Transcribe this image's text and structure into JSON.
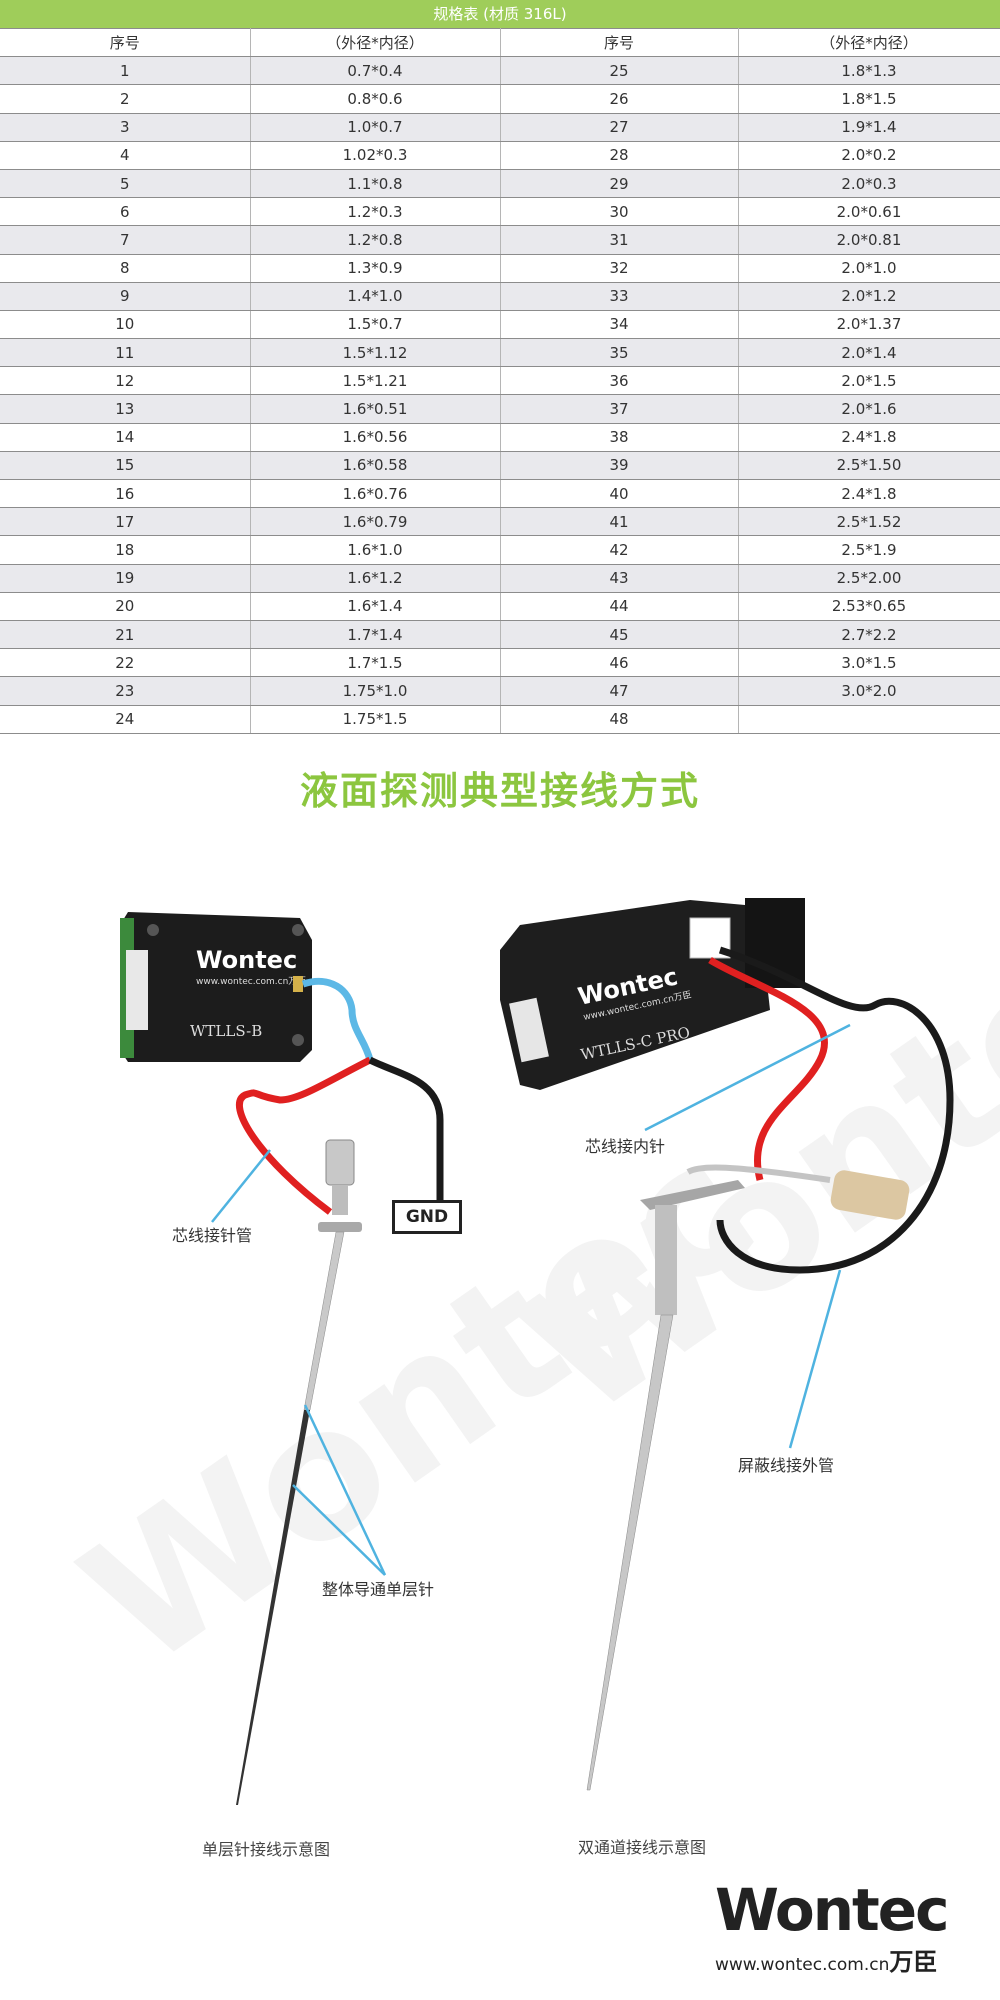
{
  "spec_table": {
    "title": "规格表 (材质 316L)",
    "headers": [
      "序号",
      "（外径*内径）",
      "序号",
      "（外径*内径）"
    ],
    "rows": [
      [
        "1",
        "0.7*0.4",
        "25",
        "1.8*1.3"
      ],
      [
        "2",
        "0.8*0.6",
        "26",
        "1.8*1.5"
      ],
      [
        "3",
        "1.0*0.7",
        "27",
        "1.9*1.4"
      ],
      [
        "4",
        "1.02*0.3",
        "28",
        "2.0*0.2"
      ],
      [
        "5",
        "1.1*0.8",
        "29",
        "2.0*0.3"
      ],
      [
        "6",
        "1.2*0.3",
        "30",
        "2.0*0.61"
      ],
      [
        "7",
        "1.2*0.8",
        "31",
        "2.0*0.81"
      ],
      [
        "8",
        "1.3*0.9",
        "32",
        "2.0*1.0"
      ],
      [
        "9",
        "1.4*1.0",
        "33",
        "2.0*1.2"
      ],
      [
        "10",
        "1.5*0.7",
        "34",
        "2.0*1.37"
      ],
      [
        "11",
        "1.5*1.12",
        "35",
        "2.0*1.4"
      ],
      [
        "12",
        "1.5*1.21",
        "36",
        "2.0*1.5"
      ],
      [
        "13",
        "1.6*0.51",
        "37",
        "2.0*1.6"
      ],
      [
        "14",
        "1.6*0.56",
        "38",
        "2.4*1.8"
      ],
      [
        "15",
        "1.6*0.58",
        "39",
        "2.5*1.50"
      ],
      [
        "16",
        "1.6*0.76",
        "40",
        "2.4*1.8"
      ],
      [
        "17",
        "1.6*0.79",
        "41",
        "2.5*1.52"
      ],
      [
        "18",
        "1.6*1.0",
        "42",
        "2.5*1.9"
      ],
      [
        "19",
        "1.6*1.2",
        "43",
        "2.5*2.00"
      ],
      [
        "20",
        "1.6*1.4",
        "44",
        "2.53*0.65"
      ],
      [
        "21",
        "1.7*1.4",
        "45",
        "2.7*2.2"
      ],
      [
        "22",
        "1.7*1.5",
        "46",
        "3.0*1.5"
      ],
      [
        "23",
        "1.75*1.0",
        "47",
        "3.0*2.0"
      ],
      [
        "24",
        "1.75*1.5",
        "48",
        ""
      ]
    ]
  },
  "section_title": "液面探测典型接线方式",
  "diagram": {
    "left_module_brand": "Wontec",
    "left_module_url": "www.wontec.com.cn万臣",
    "left_module_model": "WTLLS-B",
    "right_module_brand": "Wontec",
    "right_module_url": "www.wontec.com.cn万臣",
    "right_module_model": "WTLLS-C PRO",
    "gnd_label": "GND",
    "label_core_tube": "芯线接针管",
    "label_core_inner": "芯线接内针",
    "label_shield_outer": "屏蔽线接外管",
    "label_single_needle": "整体导通单层针",
    "caption_single": "单层针接线示意图",
    "caption_dual": "双通道接线示意图"
  },
  "logo": {
    "main": "Wontec",
    "url": "www.wontec.com.cn",
    "cn": "万臣"
  },
  "colors": {
    "banner": "#9fcd5a",
    "title": "#8cc63f",
    "leader_line": "#4fb3e0",
    "wire_red": "#e02020",
    "wire_black": "#1a1a1a",
    "wire_blue": "#5cb8e6"
  }
}
